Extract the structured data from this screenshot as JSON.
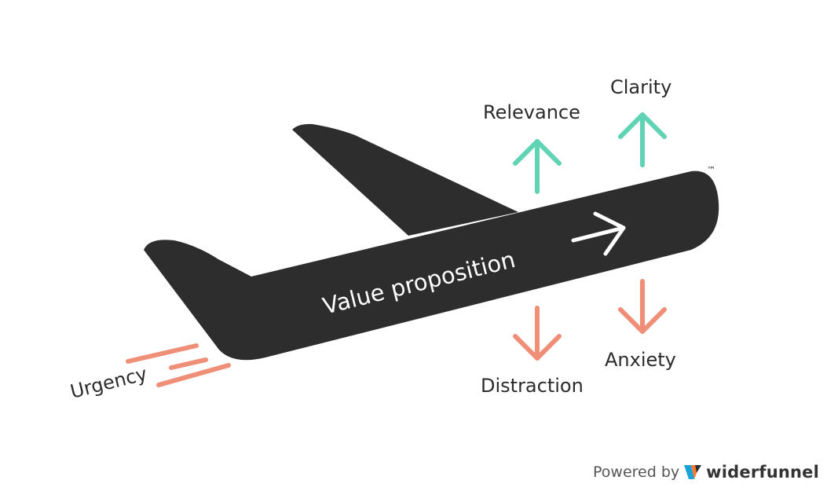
{
  "diagram": {
    "center_label": "Value proposition",
    "forces": {
      "relevance": "Relevance",
      "clarity": "Clarity",
      "distraction": "Distraction",
      "anxiety": "Anxiety",
      "urgency": "Urgency"
    },
    "trademark": "™"
  },
  "footer": {
    "powered_by": "Powered by",
    "brand": "widerfunnel"
  },
  "colors": {
    "plane": "#2d2d2d",
    "lift": "#5fd3b4",
    "drag": "#f08f78",
    "text": "#2b2b2b"
  }
}
